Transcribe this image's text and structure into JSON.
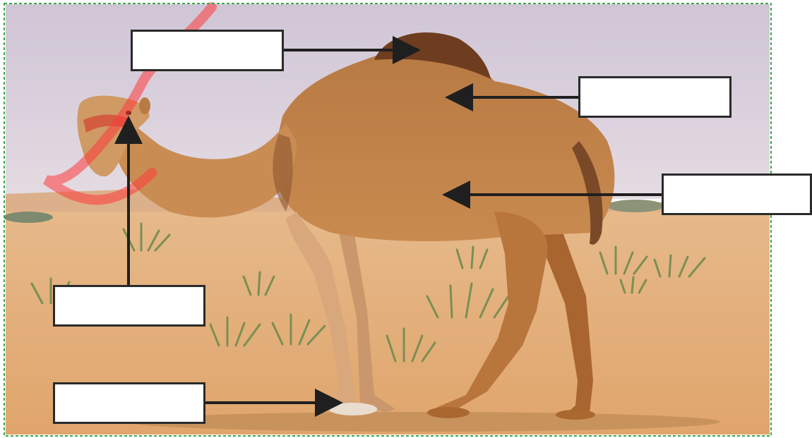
{
  "worksheet": {
    "photo_subject": "camel",
    "frame_color": "#3aa64a",
    "arrow_color": "#1f1f1f",
    "labels": [
      {
        "id": "hump",
        "text": ""
      },
      {
        "id": "back",
        "text": ""
      },
      {
        "id": "belly",
        "text": ""
      },
      {
        "id": "head",
        "text": ""
      },
      {
        "id": "foot",
        "text": ""
      }
    ]
  }
}
